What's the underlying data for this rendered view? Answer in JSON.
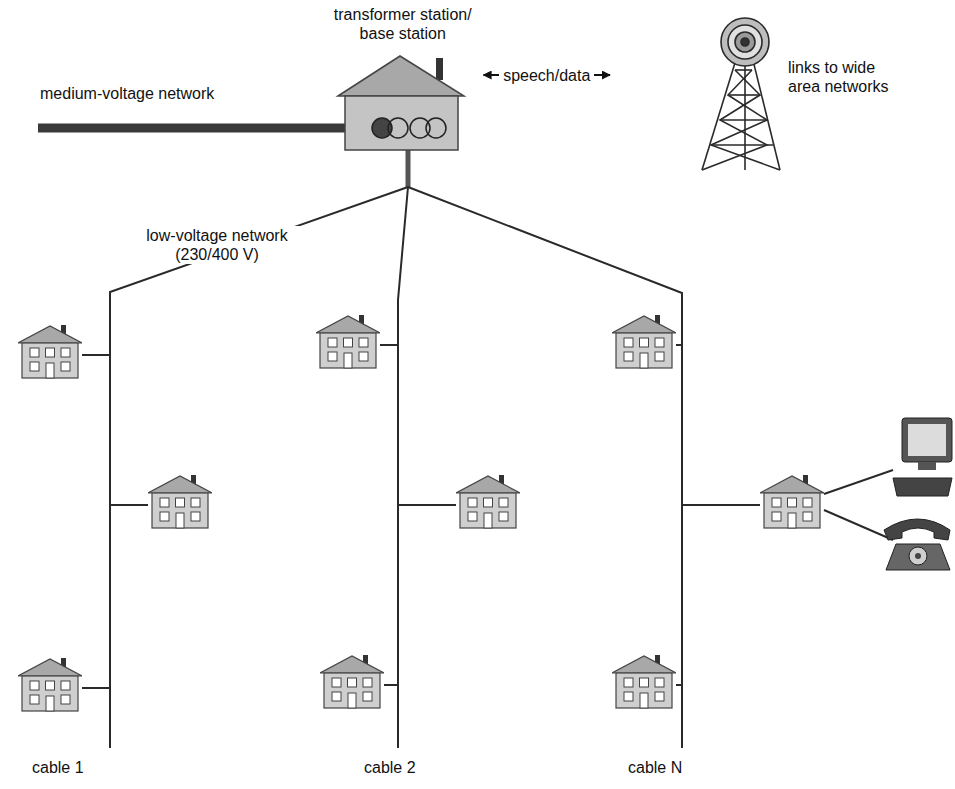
{
  "diagram": {
    "nodes": [
      {
        "text": [
          "transformer station/ base station"
        ]
      },
      {
        "text": [
          "links to wide area networks"
        ]
      }
    ],
    "edges": [
      {
        "from": 0,
        "to": 1,
        "label": "speech/data",
        "arrow": "both"
      }
    ],
    "labels": [
      "medium-voltage network",
      "low-voltage network (230/400 V)",
      "cable 1",
      "cable 2",
      "cable N"
    ]
  }
}
